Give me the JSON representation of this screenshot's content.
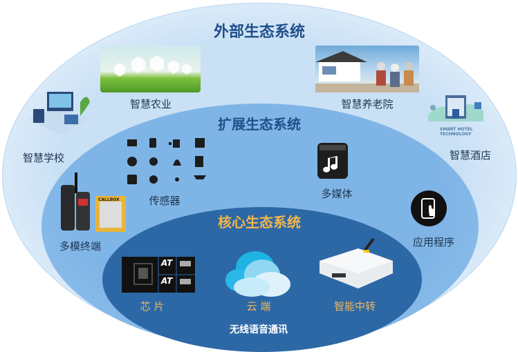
{
  "outer": {
    "title": "外部生态系统",
    "items": [
      "智慧农业",
      "智慧养老院",
      "智慧学校",
      "智慧酒店"
    ],
    "hotel_caption": "SMART HOTEL TECHNOLOGY"
  },
  "extended": {
    "title": "扩展生态系统",
    "items": [
      "传感器",
      "多媒体",
      "多模终端",
      "应用程序"
    ],
    "callbox_label": "CALLBOX"
  },
  "core": {
    "title": "核心生态系统",
    "items": [
      "芯 片",
      "云 端",
      "智能中转"
    ],
    "footer": "无线语音通讯",
    "chip_labels": [
      "AT",
      "AT"
    ]
  },
  "colors": {
    "outer": "#c9e0f5",
    "middle": "#7fb5e6",
    "inner": "#2d68a6",
    "core_text": "#f5b54a",
    "title": "#1f4f8b"
  }
}
